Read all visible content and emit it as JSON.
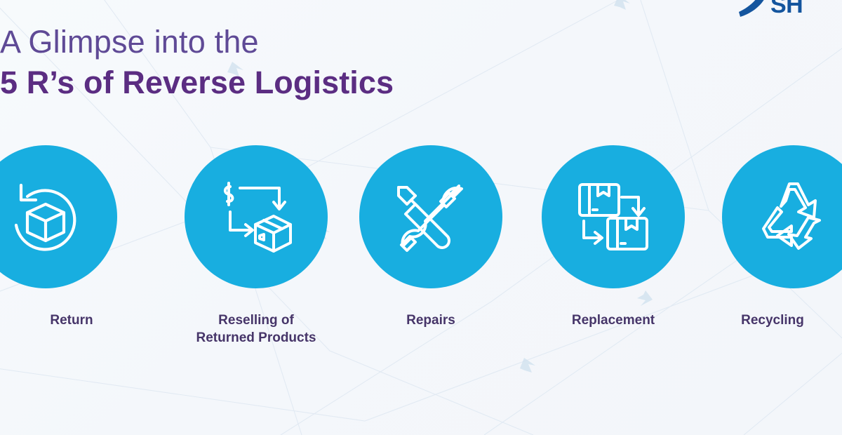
{
  "page": {
    "background_color": "#f5f8fb",
    "accent_color": "#18aee0",
    "heading_light_color": "#5f4a96",
    "heading_bold_color": "#5b2d82",
    "label_color": "#463569",
    "logo_color": "#14559e"
  },
  "logo": {
    "text": "SH",
    "mark": "swoosh-mark"
  },
  "heading": {
    "line1": "A Glimpse into the",
    "line2": "5 R’s of Reverse Logistics"
  },
  "steps": [
    {
      "label": "Return",
      "icon": "return-box-circular-arrow-icon"
    },
    {
      "label": "Reselling of\nReturned Products",
      "icon": "dollar-arrows-package-icon"
    },
    {
      "label": "Repairs",
      "icon": "screwdriver-wrench-icon"
    },
    {
      "label": "Replacement",
      "icon": "two-boxes-exchange-arrows-icon"
    },
    {
      "label": "Recycling",
      "icon": "recycling-triangle-icon"
    }
  ]
}
